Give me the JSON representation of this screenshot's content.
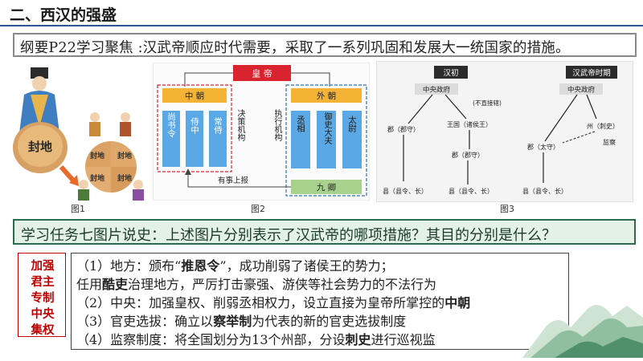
{
  "header": {
    "title": "二、西汉的强盛"
  },
  "focus": {
    "text": "纲要P22学习聚焦 :汉武帝顺应时代需要，采取了一系列巩固和发展大一统国家的措施。"
  },
  "figures": {
    "fig1": {
      "caption": "图1",
      "labels": [
        "封地",
        "封地",
        "封地",
        "封地",
        "封地"
      ]
    },
    "fig2": {
      "caption": "图2",
      "emperor": "皇 帝",
      "inner_court": "中 朝",
      "outer_court": "外 朝",
      "inner_posts": [
        "尚书令",
        "侍中",
        "常侍"
      ],
      "outer_posts": [
        "丞相",
        "御史大夫",
        "太尉"
      ],
      "decision_label": "决策机构",
      "exec_label": "执行机构",
      "report_label": "有事上报",
      "nine_ministers": "九 卿"
    },
    "fig3": {
      "caption": "图3",
      "left_title": "汉初",
      "right_title": "汉武帝时期",
      "left_central": "中央政府",
      "right_central": "中央政府",
      "indirect": "(不直接辖)",
      "left_commandery": "郡（郡守）",
      "kingdom": "王国（诸侯王）",
      "left_commandery2": "郡（郡守）",
      "left_county1": "县（县令、长）",
      "left_county2": "县（县令、长）",
      "zhou": "州（刺史）",
      "supervise": "监察",
      "right_commandery": "郡（太守）",
      "right_county": "县（县令、长）"
    }
  },
  "task": {
    "text": "学习任务七图片说史：上述图片分别表示了汉武帝的哪项措施？其目的分别是什么？"
  },
  "side": {
    "lines": [
      "加强",
      "君主",
      "专制",
      "中央",
      "集权"
    ]
  },
  "answers": {
    "l1": {
      "pre": "（1）地方：颁布“",
      "bold": "推恩令",
      "post": "”，成功削弱了诸侯王的势力；"
    },
    "l2": {
      "pre": "任用",
      "bold": "酷吏",
      "post": "治理地方，严厉打击豪强、游侠等社会势力的不法行为"
    },
    "l3": {
      "pre": "（2）中央：加强皇权、削弱丞相权力，设立直接为皇帝所掌控的",
      "bold": "中朝",
      "post": ""
    },
    "l4": {
      "pre": "（3）官吏选拔：确立以",
      "bold": "察举制",
      "post": "为代表的新的官吏选拔制度"
    },
    "l5": {
      "pre": "（4）监察制度：将全国划分为13个州部，分设",
      "bold": "刺史",
      "post": "进行巡视监"
    }
  },
  "colors": {
    "accent_blue": "#2f5597",
    "task_green": "#2d6a4f",
    "emphasis_red": "#c00000",
    "court_orange": "#f5b335",
    "post_blue": "#5aa9e6",
    "nine_green": "#a9d18e"
  }
}
